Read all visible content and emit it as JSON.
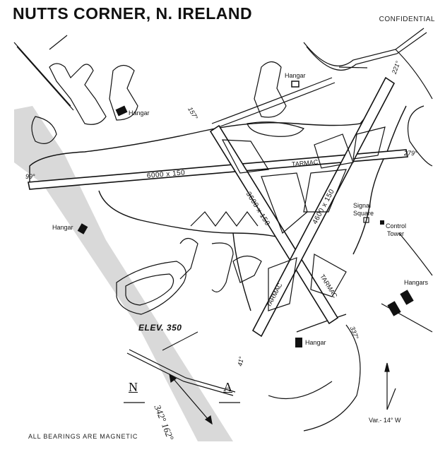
{
  "header": {
    "title": "NUTTS CORNER, N. IRELAND",
    "classification": "CONFIDENTIAL"
  },
  "footer": {
    "note": "ALL BEARINGS ARE MAGNETIC"
  },
  "map": {
    "elevation": "ELEV. 350",
    "runways": [
      {
        "label": "6000 x 150"
      },
      {
        "label": "3600 x 150"
      },
      {
        "label": "4600 x 150"
      }
    ],
    "surface_labels": [
      "TARMAC",
      "TARMAC",
      "TARMAC"
    ],
    "bearings": [
      "157°",
      "221°",
      "279°",
      "99°",
      "41°",
      "337°"
    ],
    "hangars": [
      "Hangar",
      "Hangar",
      "Hangar",
      "Hangar"
    ],
    "hangars_group": "Hangars",
    "signal_square": [
      "Signal",
      "Square"
    ],
    "control_tower": [
      "Control",
      "Tower"
    ],
    "beacons": [
      "N",
      "A"
    ],
    "range_bearings": "342° 162°",
    "variation": "Var.- 14° W",
    "colors": {
      "ink": "#111111",
      "range_band": "#d9d9d9",
      "paper": "#ffffff"
    }
  }
}
